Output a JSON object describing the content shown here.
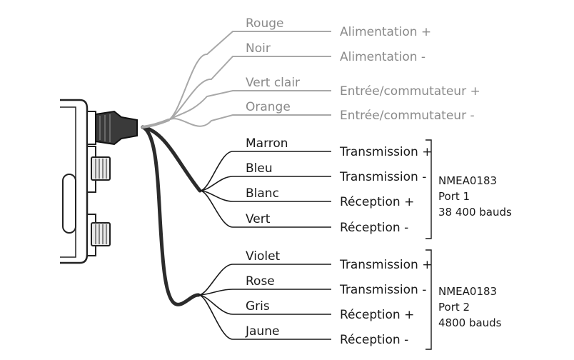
{
  "wires": [
    {
      "color_name": "Rouge",
      "function": "Alimentation +",
      "tone": "grey"
    },
    {
      "color_name": "Noir",
      "function": "Alimentation -",
      "tone": "grey"
    },
    {
      "color_name": "Vert clair",
      "function": "Entrée/commutateur +",
      "tone": "grey"
    },
    {
      "color_name": "Orange",
      "function": "Entrée/commutateur -",
      "tone": "grey"
    },
    {
      "color_name": "Marron",
      "function": "Transmission +",
      "tone": "dark"
    },
    {
      "color_name": "Bleu",
      "function": "Transmission -",
      "tone": "dark"
    },
    {
      "color_name": "Blanc",
      "function": "Réception +",
      "tone": "dark"
    },
    {
      "color_name": "Vert",
      "function": "Réception -",
      "tone": "dark"
    },
    {
      "color_name": "Violet",
      "function": "Transmission +",
      "tone": "dark"
    },
    {
      "color_name": "Rose",
      "function": "Transmission -",
      "tone": "dark"
    },
    {
      "color_name": "Gris",
      "function": "Réception +",
      "tone": "dark"
    },
    {
      "color_name": "Jaune",
      "function": "Réception -",
      "tone": "dark"
    }
  ],
  "groups": [
    {
      "lines": [
        "NMEA0183",
        "Port 1",
        "38 400 bauds"
      ]
    },
    {
      "lines": [
        "NMEA0183",
        "Port 2",
        "4800 bauds"
      ]
    }
  ],
  "colors": {
    "grey_wire": "#a8a8a8",
    "dark_wire": "#1a1a1a",
    "cable": "#2b2b2b",
    "device_stroke": "#222222"
  },
  "icons": {
    "device": "device-connector-icon"
  }
}
